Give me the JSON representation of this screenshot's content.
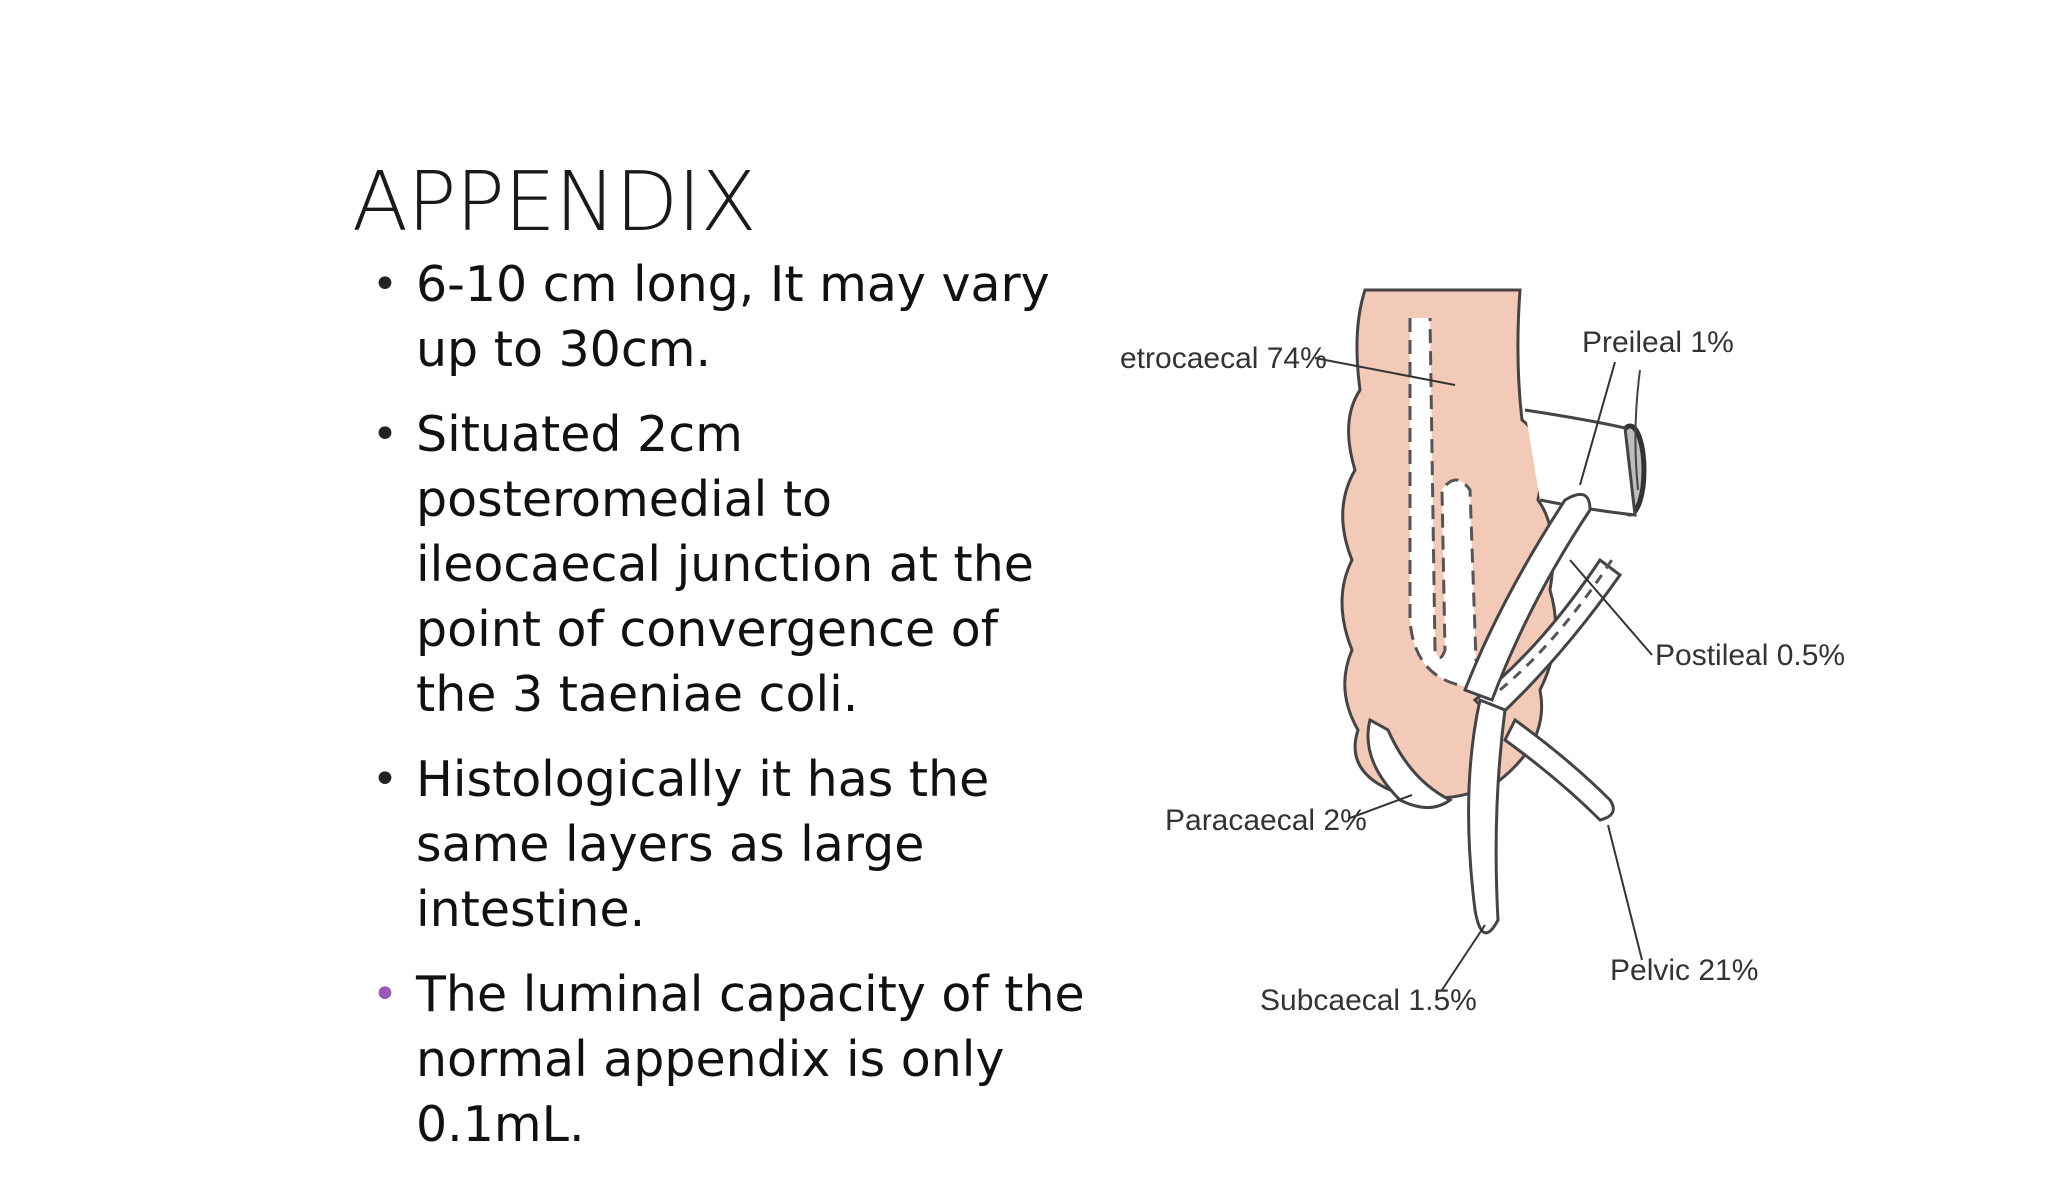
{
  "slide": {
    "title": "APPENDIX",
    "bullets": [
      {
        "text": "6-10 cm long, It may vary up to 30cm.",
        "bullet_color": "#222222"
      },
      {
        "text": "Situated 2cm posteromedial to ileocaecal junction at the point of convergence of the 3 taeniae coli.",
        "bullet_color": "#222222"
      },
      {
        "text": "Histologically it has the same layers as large intestine.",
        "bullet_color": "#222222"
      },
      {
        "text": "The luminal capacity of the normal appendix is only 0.1mL.",
        "bullet_color": "#9b59b6"
      }
    ]
  },
  "figure": {
    "labels": {
      "retrocaecal": "etrocaecal 74%",
      "preileal": "Preileal 1%",
      "postileal": "Postileal 0.5%",
      "paracaecal": "Paracaecal 2%",
      "pelvic": "Pelvic 21%",
      "subcaecal": "Subcaecal 1.5%"
    },
    "colors": {
      "caecum_fill": "#f3c9b8",
      "outline": "#444444"
    }
  }
}
